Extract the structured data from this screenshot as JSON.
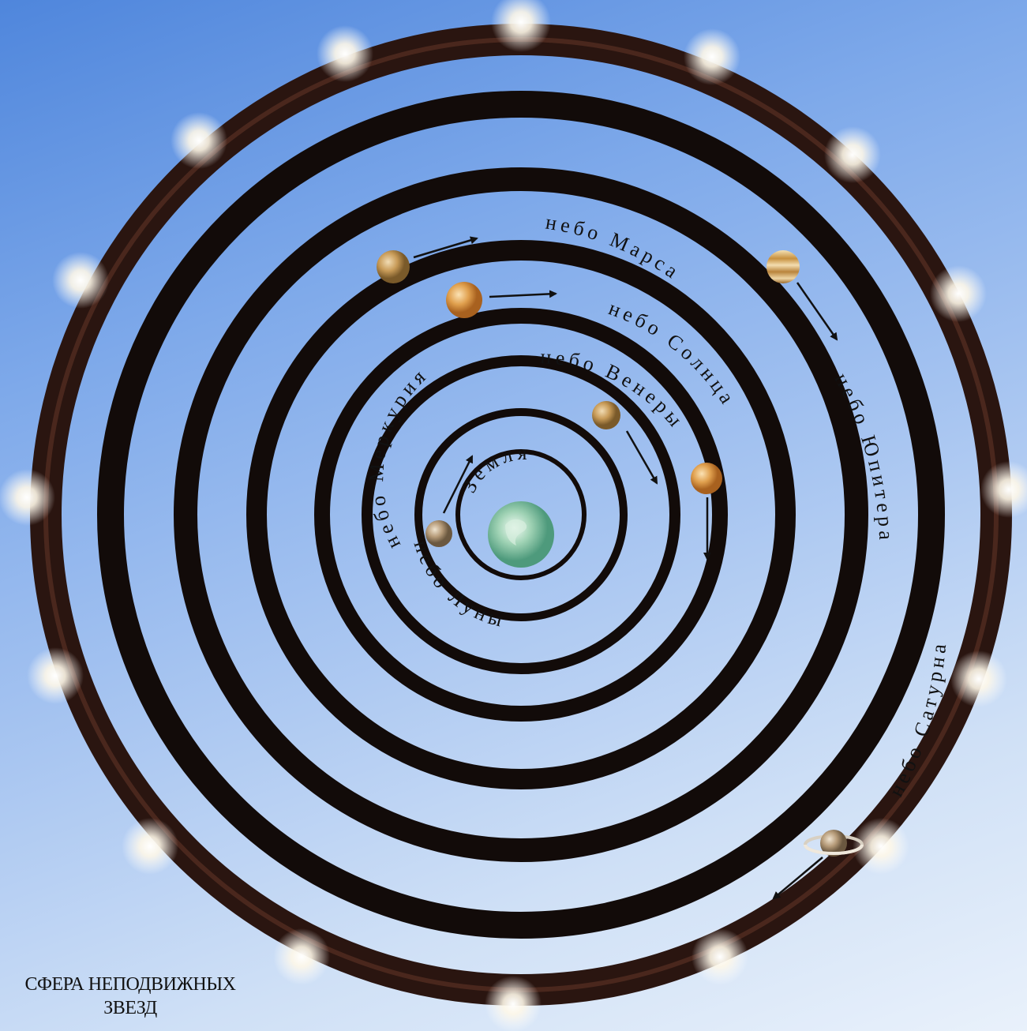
{
  "spheres": {
    "earth": "Земля",
    "moon": "небо Луны",
    "mercury": "небо Меркурия",
    "venus": "небо Венеры",
    "sun": "небо Солнца",
    "mars": "небо Марса",
    "jupiter": "небо Юпитера",
    "saturn": "небо Сатурна"
  },
  "caption": {
    "line1": "СФЕРА НЕПОДВИЖНЫХ",
    "line2": "ЗВЕЗД"
  },
  "colors": {
    "ring": "#120b09",
    "star_ring": "#2a1510",
    "sky_top": "#4f86dc",
    "sky_bottom": "#e9f1fb"
  },
  "icons": [
    "earth-globe-icon",
    "planet-icon",
    "saturn-icon",
    "star-glow-icon",
    "direction-arrow-icon"
  ]
}
